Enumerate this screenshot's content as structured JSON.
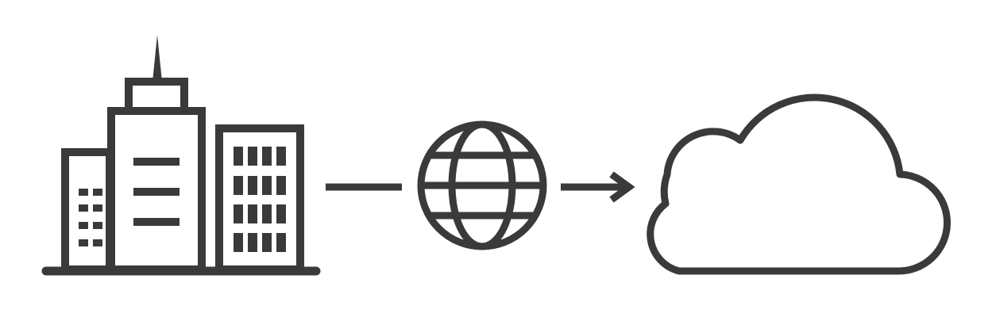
{
  "diagram": {
    "nodes": [
      {
        "id": "buildings",
        "icon": "office-buildings-icon"
      },
      {
        "id": "internet",
        "icon": "globe-icon"
      },
      {
        "id": "cloud",
        "icon": "cloud-icon"
      }
    ],
    "edges": [
      {
        "from": "buildings",
        "to": "internet",
        "style": "line",
        "arrowhead": false
      },
      {
        "from": "internet",
        "to": "cloud",
        "style": "line",
        "arrowhead": true
      }
    ]
  },
  "colors": {
    "stroke": "#3a3a3a",
    "background": "#ffffff"
  }
}
